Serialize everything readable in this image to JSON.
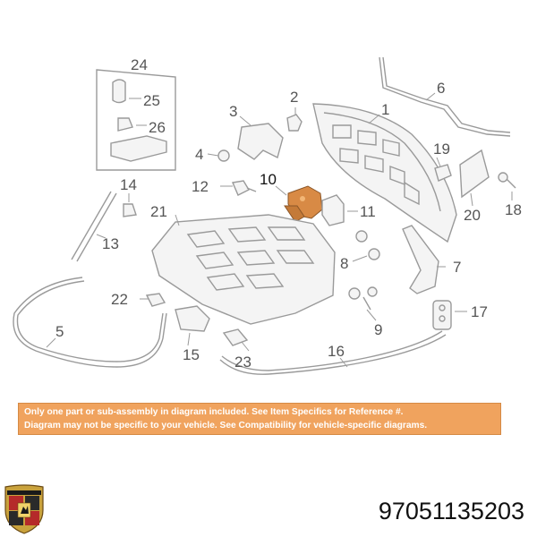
{
  "callouts": {
    "c1": "1",
    "c2": "2",
    "c3": "3",
    "c4": "4",
    "c5": "5",
    "c6": "6",
    "c7": "7",
    "c8": "8",
    "c9": "9",
    "c10": "10",
    "c11": "11",
    "c12": "12",
    "c13": "13",
    "c14": "14",
    "c15": "15",
    "c16": "16",
    "c17": "17",
    "c18": "18",
    "c19": "19",
    "c20": "20",
    "c21": "21",
    "c22": "22",
    "c23": "23",
    "c24": "24",
    "c25": "25",
    "c26": "26"
  },
  "highlighted_callout": "10",
  "disclaimer": {
    "line1": "Only one part or sub-assembly in diagram included. See Item Specifics for Reference #.",
    "line2": "Diagram may not be specific to your vehicle. See Compatibility for vehicle-specific diagrams."
  },
  "part_number": "97051135203",
  "colors": {
    "highlight": "#d88a45",
    "banner": "#f0a35e",
    "line_art": "#9a9a9a"
  },
  "brand_logo": {
    "icon": "porsche-crest-icon"
  }
}
